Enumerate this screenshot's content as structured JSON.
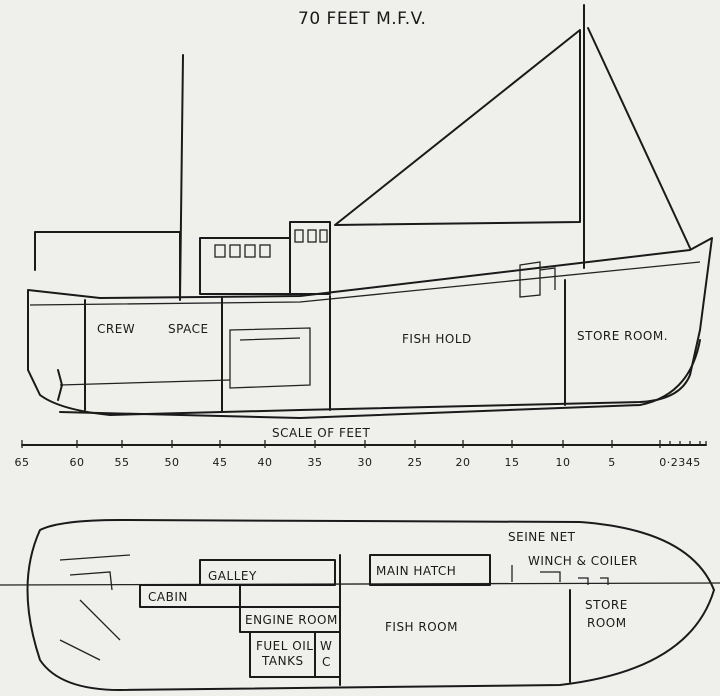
{
  "title": "70 FEET M.F.V.",
  "elevation": {
    "labels": {
      "crew": "CREW",
      "space": "SPACE",
      "fish_hold": "FISH HOLD",
      "store_room": "STORE ROOM."
    }
  },
  "scale": {
    "label": "SCALE OF FEET",
    "ticks": [
      "65",
      "60",
      "55",
      "50",
      "45",
      "40",
      "35",
      "30",
      "25",
      "20",
      "15",
      "10",
      "5",
      "0·2345"
    ]
  },
  "plan": {
    "labels": {
      "galley": "GALLEY",
      "cabin": "CABIN",
      "engine_room": "ENGINE ROOM",
      "fuel_oil": "FUEL OIL",
      "tanks": "TANKS",
      "w": "W",
      "c": "C",
      "main_hatch": "MAIN HATCH",
      "seine_net": "SEINE NET",
      "winch_coiler": "WINCH & COILER",
      "fish_room": "FISH ROOM",
      "store": "STORE",
      "room": "ROOM"
    }
  }
}
